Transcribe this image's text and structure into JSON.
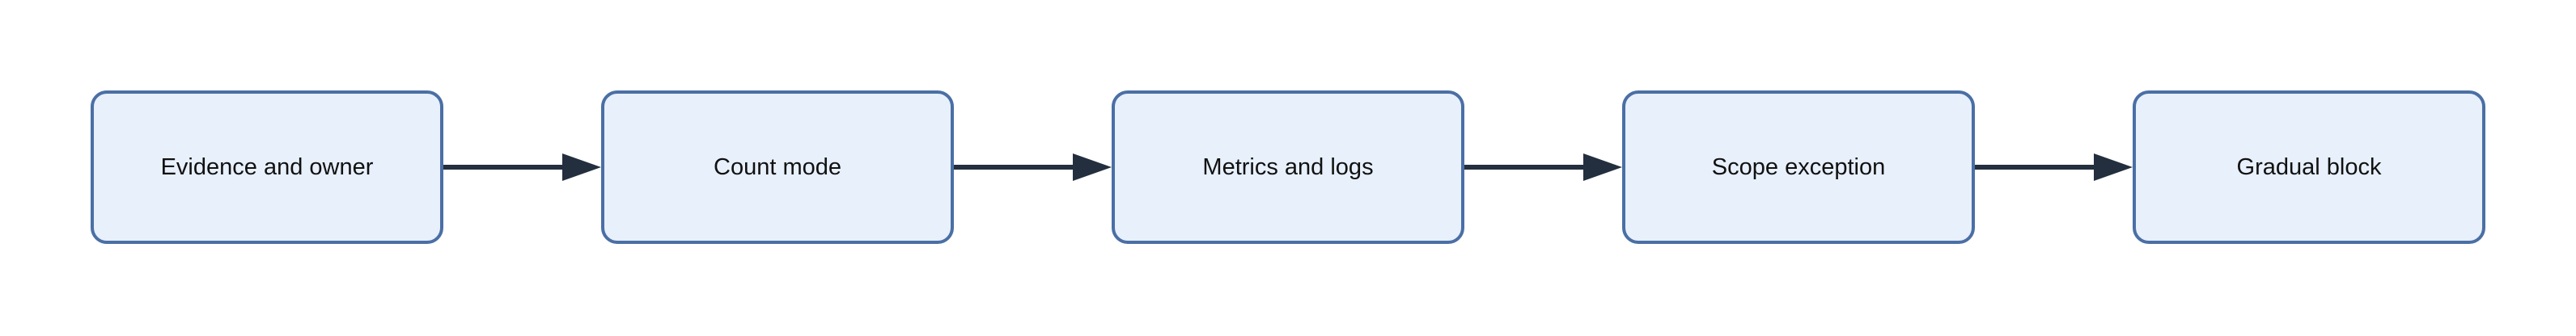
{
  "diagram": {
    "colors": {
      "node_fill": "#e8f0fc",
      "node_border": "#4a6fa5",
      "edge": "#232f3e",
      "text": "#111111"
    },
    "nodes": [
      {
        "id": "evidence",
        "label": "Evidence and owner"
      },
      {
        "id": "count",
        "label": "Count mode"
      },
      {
        "id": "metrics",
        "label": "Metrics and logs"
      },
      {
        "id": "scope",
        "label": "Scope exception"
      },
      {
        "id": "gradual",
        "label": "Gradual block"
      }
    ],
    "edges": [
      {
        "from": "evidence",
        "to": "count"
      },
      {
        "from": "count",
        "to": "metrics"
      },
      {
        "from": "metrics",
        "to": "scope"
      },
      {
        "from": "scope",
        "to": "gradual"
      }
    ]
  }
}
